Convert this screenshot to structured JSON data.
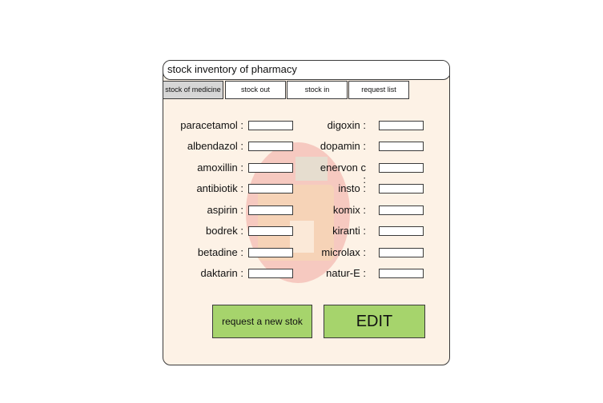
{
  "window": {
    "title": "stock inventory of pharmacy"
  },
  "tabs": [
    {
      "label": "stock of medicine",
      "active": true
    },
    {
      "label": "stock out",
      "active": false
    },
    {
      "label": "stock in",
      "active": false
    },
    {
      "label": "request list",
      "active": false
    }
  ],
  "left_items": [
    {
      "label": "paracetamol :",
      "value": ""
    },
    {
      "label": "albendazol :",
      "value": ""
    },
    {
      "label": "amoxillin :",
      "value": ""
    },
    {
      "label": "antibiotik :",
      "value": ""
    },
    {
      "label": "aspirin :",
      "value": ""
    },
    {
      "label": "bodrek :",
      "value": ""
    },
    {
      "label": "betadine :",
      "value": ""
    },
    {
      "label": "daktarin :",
      "value": ""
    }
  ],
  "right_items": [
    {
      "label": "digoxin :",
      "value": ""
    },
    {
      "label": "dopamin :",
      "value": ""
    },
    {
      "label": "enervon c :",
      "value": ""
    },
    {
      "label": "insto :",
      "value": ""
    },
    {
      "label": "komix :",
      "value": ""
    },
    {
      "label": "kiranti :",
      "value": ""
    },
    {
      "label": "microlax :",
      "value": ""
    },
    {
      "label": "natur-E :",
      "value": ""
    }
  ],
  "buttons": {
    "request": "request a new stok",
    "edit": "EDIT"
  },
  "colors": {
    "panel": "#fdf2e6",
    "button": "#a6d46c",
    "watermark": "#f0a8a0"
  }
}
